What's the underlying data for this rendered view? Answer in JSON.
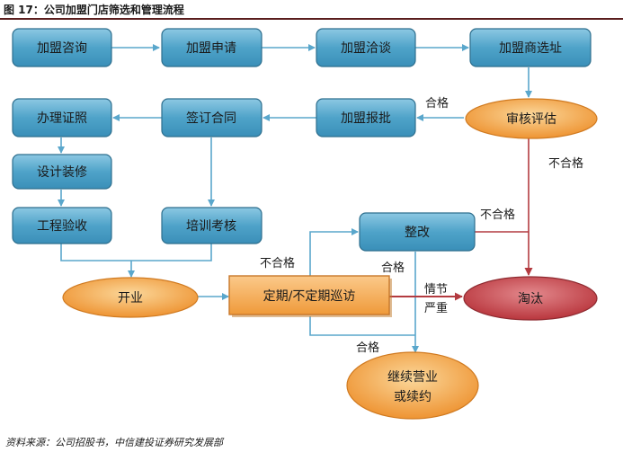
{
  "figure": {
    "title": "图 17：公司加盟门店筛选和管理流程",
    "source": "资料来源：公司招股书，中信建投证券研究发展部"
  },
  "nodes": {
    "consult": "加盟咨询",
    "apply": "加盟申请",
    "negotiate": "加盟洽谈",
    "site": "加盟商选址",
    "review": "审核评估",
    "approve": "加盟报批",
    "contract": "签订合同",
    "license": "办理证照",
    "decor": "设计装修",
    "accept": "工程验收",
    "train": "培训考核",
    "rectify": "整改",
    "open": "开业",
    "inspect": "定期/不定期巡访",
    "eliminate": "淘汰",
    "continue_line1": "继续营业",
    "continue_line2": "或续约"
  },
  "edge_labels": {
    "review_pass": "合格",
    "review_fail": "不合格",
    "rectify_fail": "不合格",
    "inspect_fail": "不合格",
    "rectify_pass": "合格",
    "severe_line1": "情节",
    "severe_line2": "严重",
    "inspect_pass": "合格"
  },
  "colors": {
    "box_fill": "#4fa3c9",
    "box_stroke": "#2e6f8e",
    "oval_fill": "#f0a040",
    "inspect_fill": "#f4a347",
    "eliminate_fill": "#c9474e",
    "arrow_blue": "#5aa7cc",
    "arrow_red": "#b33b40",
    "title_rule": "#5a1e1e"
  }
}
